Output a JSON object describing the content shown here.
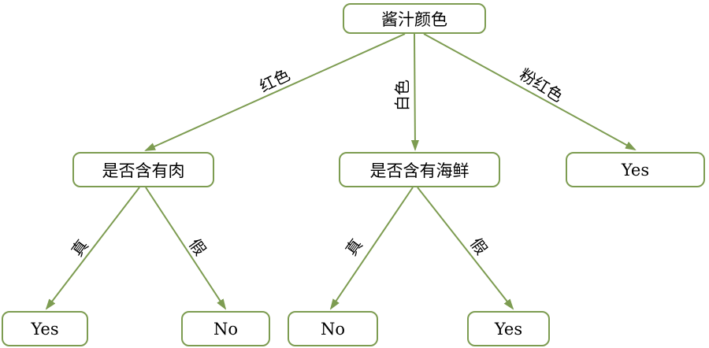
{
  "diagram": {
    "type": "decision-tree",
    "colors": {
      "line": "#7d9c51",
      "text": "#000000",
      "background": "#ffffff"
    },
    "nodes": {
      "root": {
        "label": "酱汁颜色"
      },
      "meat": {
        "label": "是否含有肉"
      },
      "seafood": {
        "label": "是否含有海鲜"
      },
      "pink_leaf": {
        "label": "Yes"
      },
      "meat_true": {
        "label": "Yes"
      },
      "meat_false": {
        "label": "No"
      },
      "seafood_true": {
        "label": "No"
      },
      "seafood_false": {
        "label": "Yes"
      }
    },
    "edges": {
      "root_to_meat": {
        "label": "红色"
      },
      "root_to_seafood": {
        "label": "白色"
      },
      "root_to_pink_leaf": {
        "label": "粉红色"
      },
      "meat_to_yes": {
        "label": "真"
      },
      "meat_to_no": {
        "label": "假"
      },
      "seafood_to_no": {
        "label": "真"
      },
      "seafood_to_yes": {
        "label": "假"
      }
    }
  }
}
